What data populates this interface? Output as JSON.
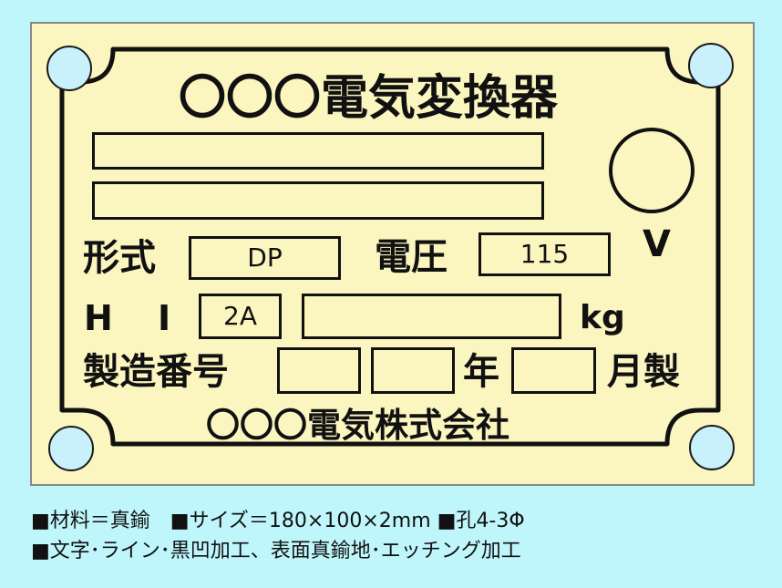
{
  "plate": {
    "title": "〇〇〇電気変換器",
    "model_label": "形式",
    "model_value": "DP",
    "voltage_label": "電圧",
    "voltage_value": "115",
    "voltage_unit": "V",
    "hi_label": "H I",
    "hi_value": "2A",
    "weight_value": "",
    "weight_unit": "kg",
    "serial_label": "製造番号",
    "year_label": "年",
    "month_label": "月製",
    "maker": "〇〇〇電気株式会社"
  },
  "spec": {
    "line1": "■材料＝真鍮　■サイズ＝180×100×2mm ■孔4-3Φ",
    "line2": "■文字･ライン･黒凹加工、表面真鍮地･エッチング加工"
  },
  "colors": {
    "background": "#bff6fb",
    "plate": "#fbf5bf",
    "hole": "#c8f1fb",
    "ink": "#111111"
  }
}
